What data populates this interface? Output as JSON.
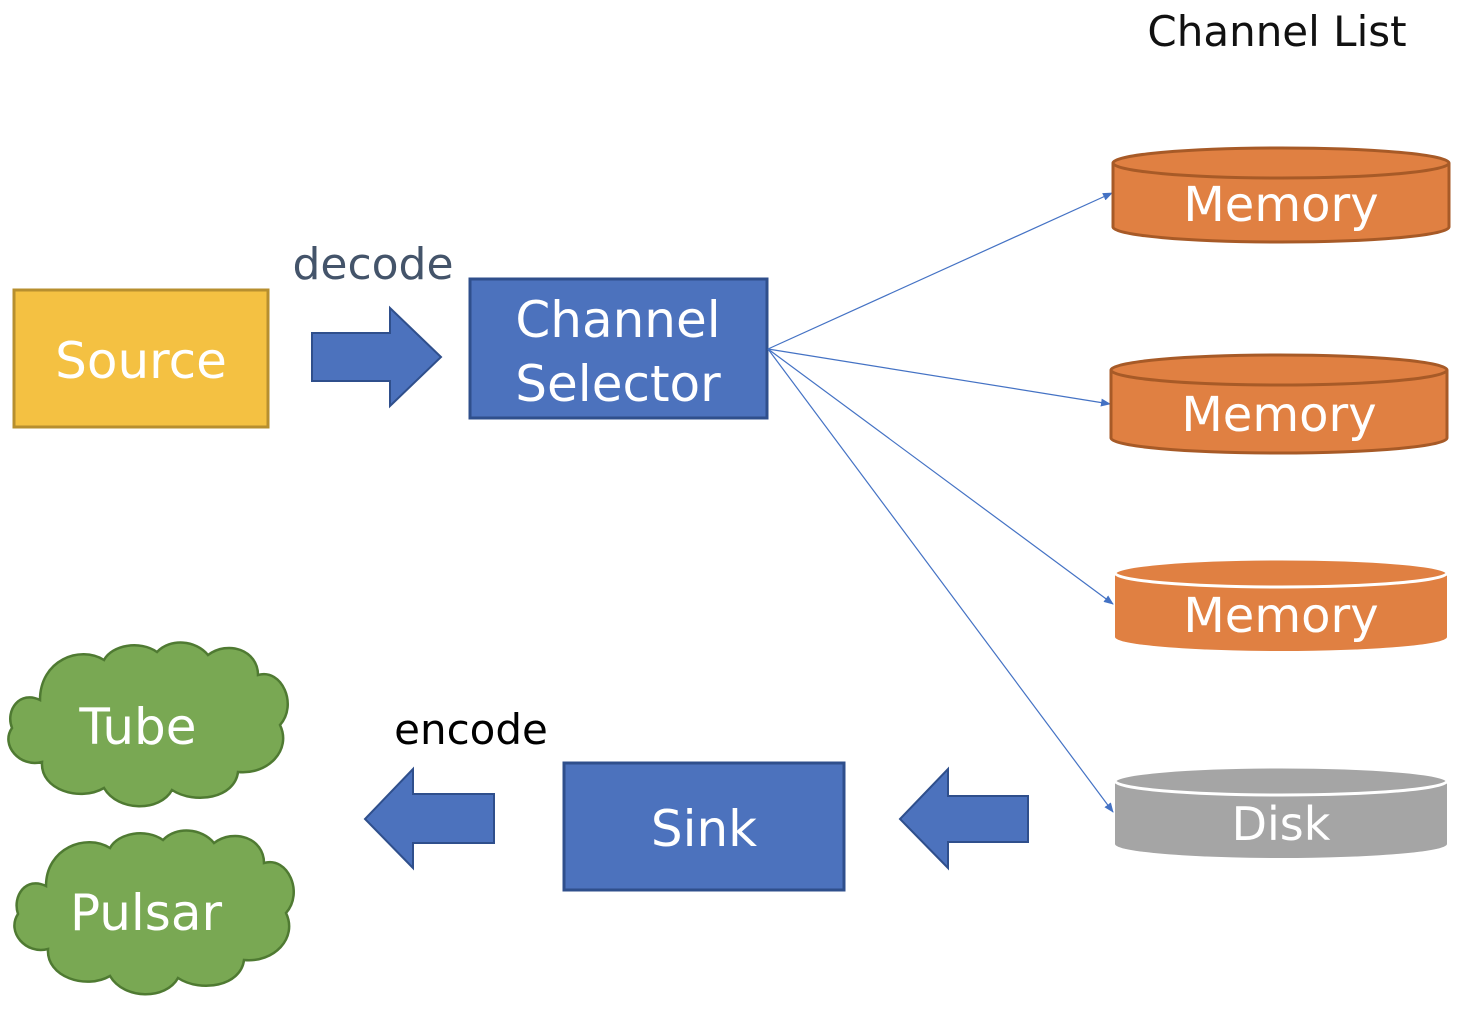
{
  "title": "Channel List",
  "colors": {
    "source_fill": "#F4C142",
    "source_stroke": "#B78F2F",
    "blue_fill": "#4C72BD",
    "blue_stroke": "#2F4F8C",
    "memory_fill": "#E08042",
    "memory_stroke": "#A75A27",
    "disk_fill": "#A5A5A5",
    "cloud_fill": "#79A853",
    "cloud_stroke": "#4F7A32",
    "connector": "#4472C4"
  },
  "nodes": {
    "source": {
      "label": "Source"
    },
    "channel_selector": {
      "label_line1": "Channel",
      "label_line2": "Selector"
    },
    "sink": {
      "label": "Sink"
    },
    "tube": {
      "label": "Tube"
    },
    "pulsar": {
      "label": "Pulsar"
    }
  },
  "edge_labels": {
    "decode": "decode",
    "encode": "encode"
  },
  "channels": [
    {
      "label": "Memory",
      "type": "memory"
    },
    {
      "label": "Memory",
      "type": "memory"
    },
    {
      "label": "Memory",
      "type": "memory"
    },
    {
      "label": "Disk",
      "type": "disk"
    }
  ]
}
